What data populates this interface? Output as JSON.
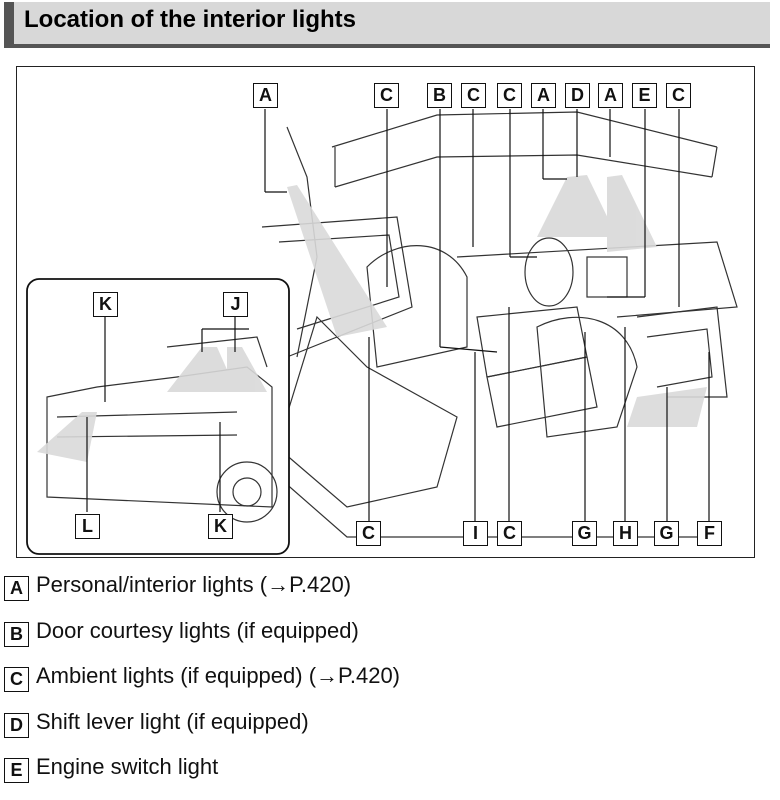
{
  "header": {
    "title": "Location of the interior lights"
  },
  "figure": {
    "callouts": [
      "A",
      "C",
      "B",
      "C",
      "C",
      "A",
      "D",
      "A",
      "E",
      "C",
      "C",
      "I",
      "C",
      "G",
      "H",
      "G",
      "F"
    ],
    "inset_callouts": [
      "K",
      "J",
      "L",
      "K"
    ]
  },
  "legend": [
    {
      "key": "A",
      "text": "Personal/interior lights (→P.420)"
    },
    {
      "key": "B",
      "text": "Door courtesy lights (if equipped)"
    },
    {
      "key": "C",
      "text": "Ambient lights (if equipped) (→P.420)"
    },
    {
      "key": "D",
      "text": "Shift lever light (if equipped)"
    },
    {
      "key": "E",
      "text": "Engine switch light"
    }
  ]
}
